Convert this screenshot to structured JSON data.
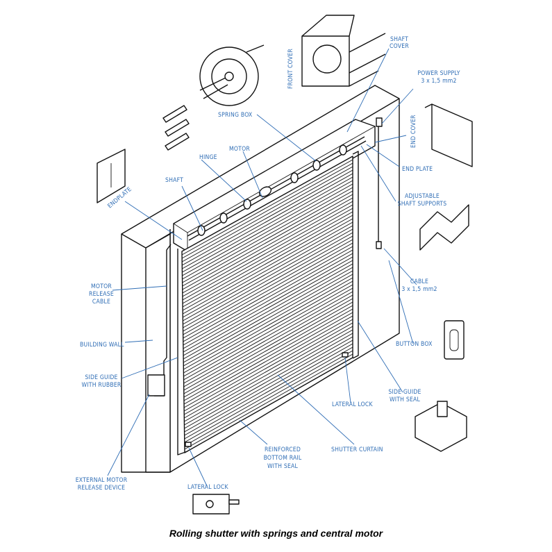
{
  "caption": "Rolling shutter with springs and central motor",
  "colors": {
    "label": "#2f6db5",
    "line": "#111111"
  },
  "labels": {
    "shaft_cover": [
      "SHAFT",
      "COVER"
    ],
    "front_cover": "FRONT COVER",
    "power_supply": [
      "POWER SUPPLY",
      "3 x 1,5 mm2"
    ],
    "spring_box": "SPRING BOX",
    "end_cover": "END COVER",
    "hinge": "HINGE",
    "motor": "MOTOR",
    "end_plate": "END PLATE",
    "shaft": "SHAFT",
    "endplate": "ENDPLATE",
    "adjustable_shaft_supports": [
      "ADJUSTABLE",
      "SHAFT SUPPORTS"
    ],
    "cable": [
      "CABLE",
      "3 x 1,5 mm2"
    ],
    "motor_release_cable": [
      "MOTOR",
      "RELEASE",
      "CABLE"
    ],
    "building_wall": "BUILDING WALL",
    "button_box": "BUTTON BOX",
    "side_guide_rubber": [
      "SIDE GUIDE",
      "WITH RUBBER"
    ],
    "side_guide_seal": [
      "SIDE GUIDE",
      "WITH SEAL"
    ],
    "lateral_lock_right": "LATERAL LOCK",
    "shutter_curtain": "SHUTTER CURTAIN",
    "bottom_rail": [
      "REINFORCED",
      "BOTTOM RAIL",
      "WITH SEAL"
    ],
    "external_release": [
      "EXTERNAL MOTOR",
      "RELEASE DEVICE"
    ],
    "lateral_lock_bottom": "LATERAL LOCK"
  }
}
